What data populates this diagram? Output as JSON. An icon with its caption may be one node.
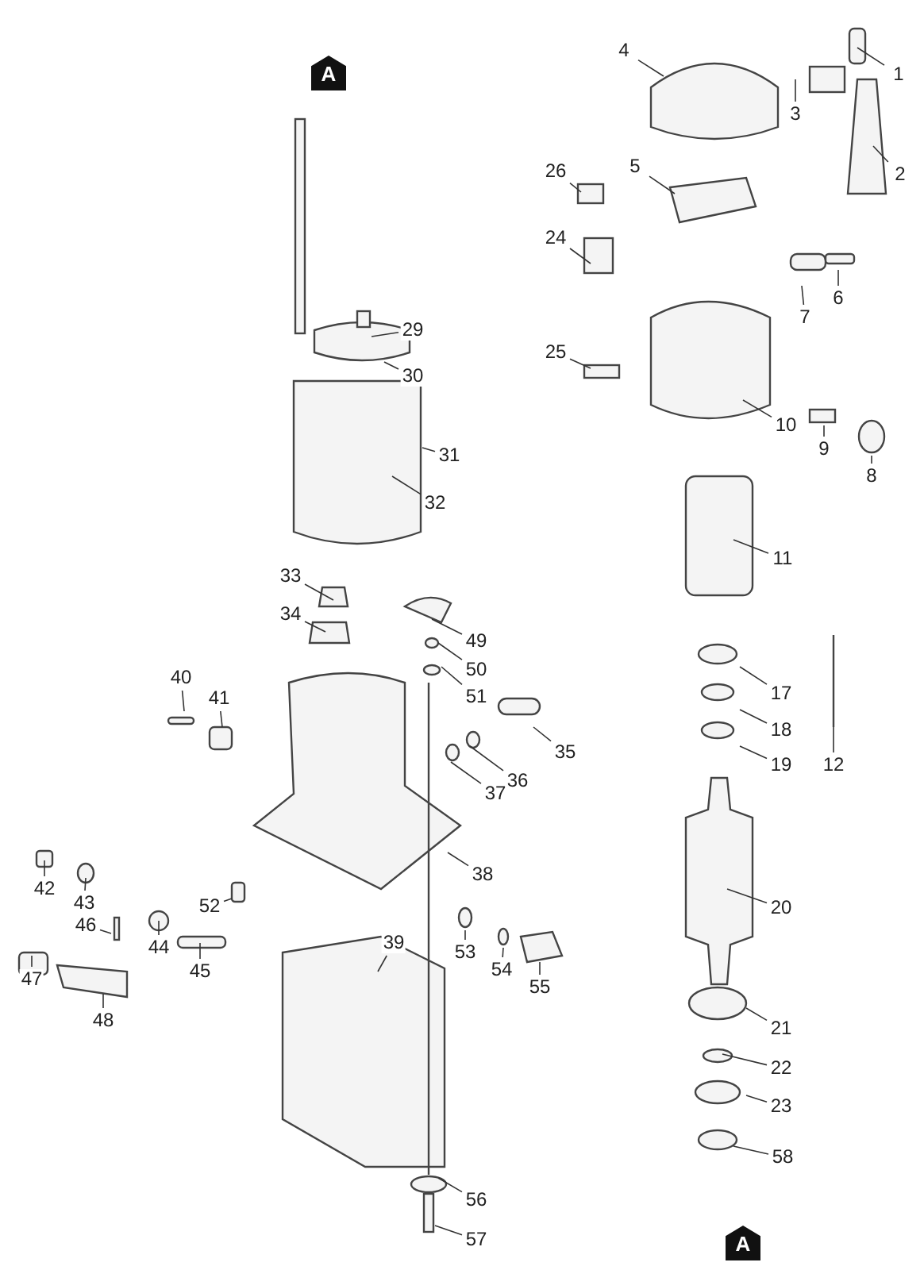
{
  "diagram": {
    "nodes": [
      {
        "text": [
          "A"
        ]
      },
      {
        "text": [
          "1"
        ]
      },
      {
        "text": [
          "2"
        ]
      },
      {
        "text": [
          "3"
        ]
      },
      {
        "text": [
          "4"
        ]
      },
      {
        "text": [
          "5"
        ]
      },
      {
        "text": [
          "6"
        ]
      },
      {
        "text": [
          "7"
        ]
      },
      {
        "text": [
          "8"
        ]
      },
      {
        "text": [
          "9"
        ]
      },
      {
        "text": [
          "10"
        ]
      },
      {
        "text": [
          "11"
        ]
      },
      {
        "text": [
          "12"
        ]
      },
      {
        "text": [
          "17"
        ]
      },
      {
        "text": [
          "18"
        ]
      },
      {
        "text": [
          "19"
        ]
      },
      {
        "text": [
          "20"
        ]
      },
      {
        "text": [
          "21"
        ]
      },
      {
        "text": [
          "22"
        ]
      },
      {
        "text": [
          "23"
        ]
      },
      {
        "text": [
          "24"
        ]
      },
      {
        "text": [
          "25"
        ]
      },
      {
        "text": [
          "26"
        ]
      },
      {
        "text": [
          "29"
        ]
      },
      {
        "text": [
          "30"
        ]
      },
      {
        "text": [
          "31"
        ]
      },
      {
        "text": [
          "32"
        ]
      },
      {
        "text": [
          "33"
        ]
      },
      {
        "text": [
          "34"
        ]
      },
      {
        "text": [
          "35"
        ]
      },
      {
        "text": [
          "36"
        ]
      },
      {
        "text": [
          "37"
        ]
      },
      {
        "text": [
          "38"
        ]
      },
      {
        "text": [
          "39"
        ]
      },
      {
        "text": [
          "40"
        ]
      },
      {
        "text": [
          "41"
        ]
      },
      {
        "text": [
          "42"
        ]
      },
      {
        "text": [
          "43"
        ]
      },
      {
        "text": [
          "44"
        ]
      },
      {
        "text": [
          "45"
        ]
      },
      {
        "text": [
          "46"
        ]
      },
      {
        "text": [
          "47"
        ]
      },
      {
        "text": [
          "48"
        ]
      },
      {
        "text": [
          "49"
        ]
      },
      {
        "text": [
          "50"
        ]
      },
      {
        "text": [
          "51"
        ]
      },
      {
        "text": [
          "52"
        ]
      },
      {
        "text": [
          "53"
        ]
      },
      {
        "text": [
          "54"
        ]
      },
      {
        "text": [
          "55"
        ]
      },
      {
        "text": [
          "56"
        ]
      },
      {
        "text": [
          "57"
        ]
      },
      {
        "text": [
          "58"
        ]
      },
      {
        "text": [
          "A"
        ]
      }
    ],
    "edges": [
      {
        "from": 1,
        "to": null,
        "arrow": "none"
      },
      {
        "from": 2,
        "to": null,
        "arrow": "none"
      },
      {
        "from": 3,
        "to": null,
        "arrow": "none"
      },
      {
        "from": 4,
        "to": null,
        "arrow": "none"
      },
      {
        "from": 5,
        "to": null,
        "arrow": "none"
      },
      {
        "from": 6,
        "to": null,
        "arrow": "none"
      },
      {
        "from": 7,
        "to": null,
        "arrow": "none"
      },
      {
        "from": 8,
        "to": null,
        "arrow": "none"
      },
      {
        "from": 9,
        "to": null,
        "arrow": "none"
      },
      {
        "from": 10,
        "to": null,
        "arrow": "none"
      },
      {
        "from": 11,
        "to": null,
        "arrow": "none"
      },
      {
        "from": 12,
        "to": null,
        "arrow": "none"
      },
      {
        "from": 13,
        "to": null,
        "arrow": "none"
      },
      {
        "from": 14,
        "to": null,
        "arrow": "none"
      },
      {
        "from": 15,
        "to": null,
        "arrow": "none"
      },
      {
        "from": 16,
        "to": null,
        "arrow": "none"
      },
      {
        "from": 17,
        "to": null,
        "arrow": "none"
      },
      {
        "from": 18,
        "to": null,
        "arrow": "none"
      },
      {
        "from": 19,
        "to": null,
        "arrow": "none"
      },
      {
        "from": 20,
        "to": null,
        "arrow": "none"
      },
      {
        "from": 21,
        "to": null,
        "arrow": "none"
      },
      {
        "from": 22,
        "to": null,
        "arrow": "none"
      },
      {
        "from": 23,
        "to": null,
        "arrow": "none"
      },
      {
        "from": 24,
        "to": null,
        "arrow": "none"
      },
      {
        "from": 25,
        "to": null,
        "arrow": "none"
      },
      {
        "from": 26,
        "to": null,
        "arrow": "none"
      },
      {
        "from": 27,
        "to": null,
        "arrow": "none"
      },
      {
        "from": 28,
        "to": null,
        "arrow": "none"
      },
      {
        "from": 29,
        "to": null,
        "arrow": "none"
      },
      {
        "from": 30,
        "to": null,
        "arrow": "none"
      },
      {
        "from": 31,
        "to": null,
        "arrow": "none"
      },
      {
        "from": 32,
        "to": null,
        "arrow": "none"
      },
      {
        "from": 33,
        "to": null,
        "arrow": "none"
      },
      {
        "from": 34,
        "to": null,
        "arrow": "none"
      },
      {
        "from": 35,
        "to": null,
        "arrow": "none"
      },
      {
        "from": 36,
        "to": null,
        "arrow": "none"
      },
      {
        "from": 37,
        "to": null,
        "arrow": "none"
      },
      {
        "from": 38,
        "to": null,
        "arrow": "none"
      },
      {
        "from": 39,
        "to": null,
        "arrow": "none"
      },
      {
        "from": 40,
        "to": null,
        "arrow": "none"
      },
      {
        "from": 41,
        "to": null,
        "arrow": "none"
      },
      {
        "from": 42,
        "to": null,
        "arrow": "none"
      },
      {
        "from": 43,
        "to": null,
        "arrow": "none"
      },
      {
        "from": 44,
        "to": null,
        "arrow": "none"
      },
      {
        "from": 45,
        "to": null,
        "arrow": "none"
      },
      {
        "from": 46,
        "to": null,
        "arrow": "none"
      },
      {
        "from": 47,
        "to": null,
        "arrow": "none"
      },
      {
        "from": 48,
        "to": null,
        "arrow": "none"
      },
      {
        "from": 49,
        "to": null,
        "arrow": "none"
      },
      {
        "from": 50,
        "to": null,
        "arrow": "none"
      },
      {
        "from": 51,
        "to": null,
        "arrow": "none"
      },
      {
        "from": 52,
        "to": null,
        "arrow": "none"
      }
    ]
  }
}
